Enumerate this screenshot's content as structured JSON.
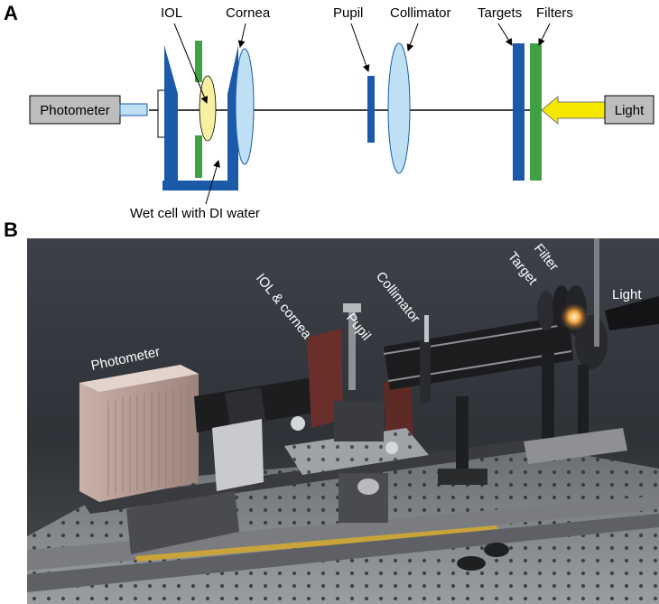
{
  "panels": {
    "a_letter": "A",
    "b_letter": "B"
  },
  "schematic": {
    "photometer_label": "Photometer",
    "light_label": "Light",
    "iol_label": "IOL",
    "cornea_label": "Cornea",
    "pupil_label": "Pupil",
    "collimator_label": "Collimator",
    "targets_label": "Targets",
    "filters_label": "Filters",
    "wet_cell_label": "Wet cell with DI water"
  },
  "photo": {
    "photometer_label": "Photometer",
    "iol_cornea_label": "IOL & cornea",
    "pupil_label": "Pupil",
    "collimator_label": "Collimator",
    "target_label": "Target",
    "filter_label": "Filter",
    "light_label": "Light"
  },
  "colors": {
    "dark_blue": "#1a5aa8",
    "green": "#3fa142",
    "light_blue": "#bfe0f4",
    "yellow_lens": "#f6f0a2",
    "arrow_yellow": "#f5e800",
    "box_gray": "#bdbdbd"
  }
}
